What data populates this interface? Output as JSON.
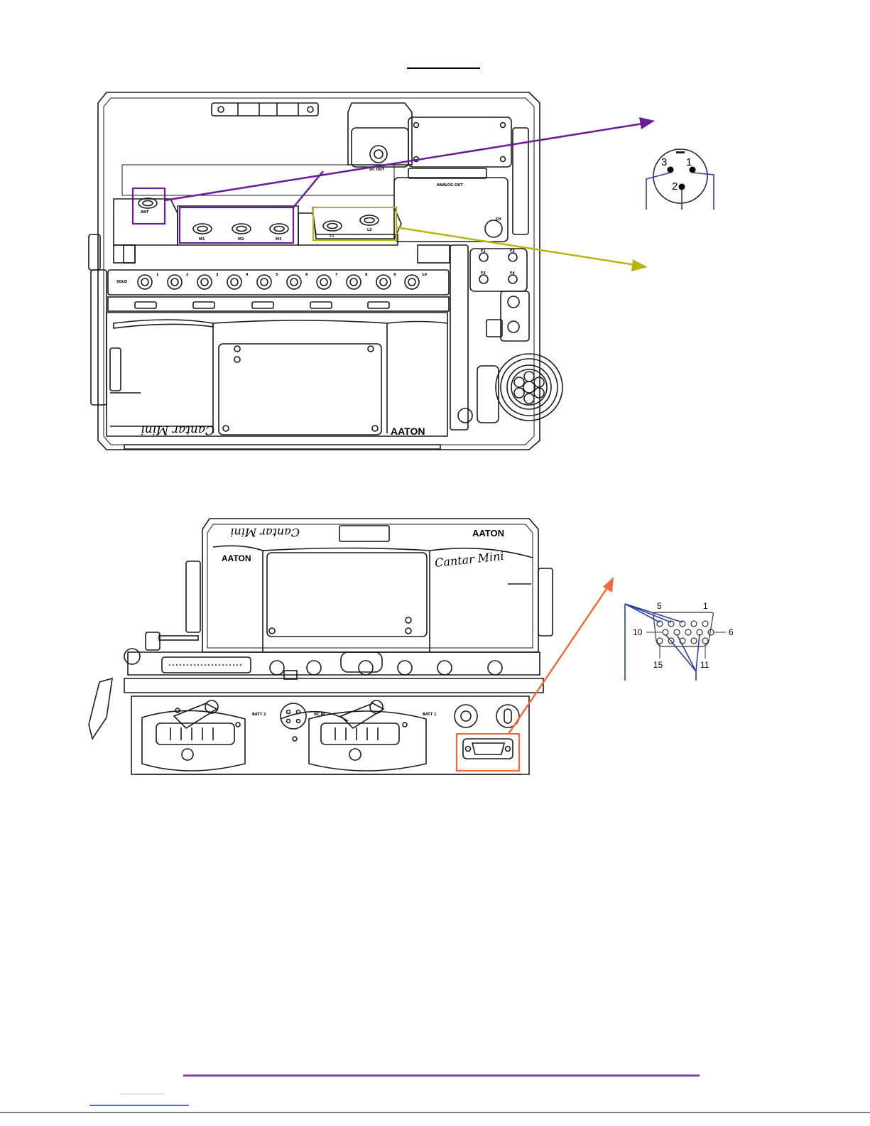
{
  "colors": {
    "line": "#1a1a1a",
    "purple": "#6a1b9a",
    "olive": "#b5b50c",
    "orange": "#f26b3a",
    "blue": "#2d3f9e",
    "rule": "#7b3fa0",
    "link": "#2a2adf"
  },
  "top_device": {
    "labels": {
      "dc_out": "DC OUT",
      "analog_out": "ANALOG OUT",
      "ch": "CH",
      "solo": "SOLO",
      "ant": "ANT",
      "m1": "M1",
      "m2": "M2",
      "m3": "M3",
      "l1": "L1",
      "l2": "L2",
      "f1": "F1",
      "f2": "F2",
      "f3": "F3",
      "f4": "F4",
      "brand": "AATON",
      "product": "Cantar Mini"
    },
    "solo_numbers": [
      "1",
      "2",
      "3",
      "4",
      "5",
      "6",
      "7",
      "8",
      "9",
      "10"
    ]
  },
  "xlr_diagram": {
    "pins": [
      "1",
      "2",
      "3"
    ]
  },
  "bottom_device": {
    "labels": {
      "batt2": "BATT 2",
      "batt1": "BATT 1",
      "dc_in": "DC IN",
      "brand": "AATON",
      "product": "Cantar Mini"
    }
  },
  "vga_diagram": {
    "pins": [
      "1",
      "5",
      "6",
      "10",
      "11",
      "15"
    ]
  }
}
